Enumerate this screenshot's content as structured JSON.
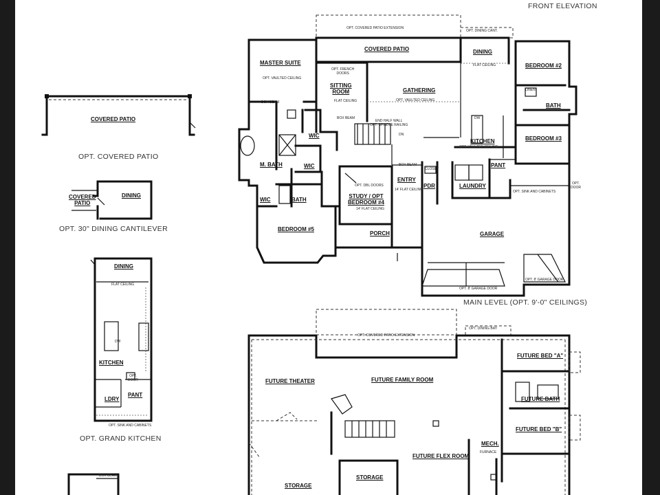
{
  "captions": {
    "front_elevation": "FRONT ELEVATION",
    "opt_covered_patio": "OPT. COVERED PATIO",
    "opt_dining_cantilever": "OPT.  30\" DINING CANTILEVER",
    "opt_grand_kitchen": "OPT. GRAND KITCHEN",
    "main_level": "MAIN LEVEL (OPT. 9'-0\" CEILINGS)"
  },
  "main_level": {
    "rooms": {
      "covered_patio": "COVERED PATIO",
      "dining": "DINING",
      "master_suite": "MASTER SUITE",
      "sitting_room": "SITTING\nROOM",
      "gathering": "GATHERING",
      "bedroom_2": "BEDROOM #2",
      "bath_2": "BATH",
      "wic_1": "WIC",
      "kitchen": "KITCHEN",
      "bedroom_3": "BEDROOM #3",
      "m_bath": "M. BATH",
      "wic_2": "WIC",
      "pant": "PANT",
      "study": "STUDY / OPT\nBEDROOM #4",
      "entry": "ENTRY",
      "pdr": "PDR",
      "laundry": "LAUNDRY",
      "wic_3": "WIC",
      "bath_5": "BATH",
      "bedroom_5": "BEDROOM #5",
      "porch": "PORCH",
      "garage": "GARAGE"
    },
    "notes": {
      "opt_covered_patio_extension": "OPT. COVERED PATIO EXTENSION",
      "opt_dining_cant": "OPT. DINING CANT.",
      "opt_vaulted_ceiling_ms": "OPT. VAULTED CEILING",
      "opt_french_doors": "OPT. FRENCH\nDOORS",
      "flat_ceiling_sr": "FLAT CEILING",
      "flat_ceiling_d": "FLAT CEILING",
      "opt_vaulted_ceiling_g": "OPT. VAULTED CEILING",
      "opt_vaulted_ceiling_k": "OPT. VAULTED CEILING",
      "linen": "LINEN",
      "box_beam_1": "BOX BEAM",
      "box_beam_2": "BOX BEAM",
      "box_beam_3": "BOX BEAM",
      "end_half_wall": "END HALF WALL\nOPT. SPINDLE RAILING",
      "opt_dbl_doors": "OPT. DBL DOORS",
      "flat_ceiling_14": "14' FLAT CEILING",
      "flat_ceiling_14b": "14' FLAT CEILING",
      "opt_sink_cabinets": "OPT. SINK AND CABINETS",
      "opt_door": "OPT.\nDOOR",
      "opt_garage_door_1": "OPT. 8' GARAGE DOOR",
      "opt_garage_door_2": "OPT. 8' GARAGE DOOR",
      "closet": "CLOSET",
      "dn": "DN",
      "dw": "DW"
    }
  },
  "opt_patio": {
    "room": "COVERED PATIO"
  },
  "opt_cantilever": {
    "patio": "COVERED\nPATIO",
    "dining": "DINING"
  },
  "grand_kitchen": {
    "dining": "DINING",
    "flat_ceiling": "FLAT CEILING",
    "kitchen": "KITCHEN",
    "ldry": "LDRY",
    "pant": "PANT",
    "opt_door": "OPT.\nDOOR",
    "opt_sink": "OPT. SINK AND CABINETS",
    "dw": "DW"
  },
  "lower_level": {
    "opt_covered_patio_extension": "OPT. COVERED PATIO EXTENSION",
    "opt_dining_bay": "OPT. DINING BAY",
    "future_theater": "FUTURE THEATER",
    "future_family_room": "FUTURE FAMILY ROOM",
    "future_bed_a": "FUTURE BED \"A\"",
    "future_bath": "FUTURE BATH",
    "future_bed_b": "FUTURE BED \"B\"",
    "mech": "MECH.",
    "future_flex_room": "FUTURE FLEX ROOM",
    "storage_1": "STORAGE",
    "storage_2": "STORAGE",
    "furnace": "FURNACE"
  },
  "bottom_partial": {
    "box_beam": "BOX BEAM"
  }
}
